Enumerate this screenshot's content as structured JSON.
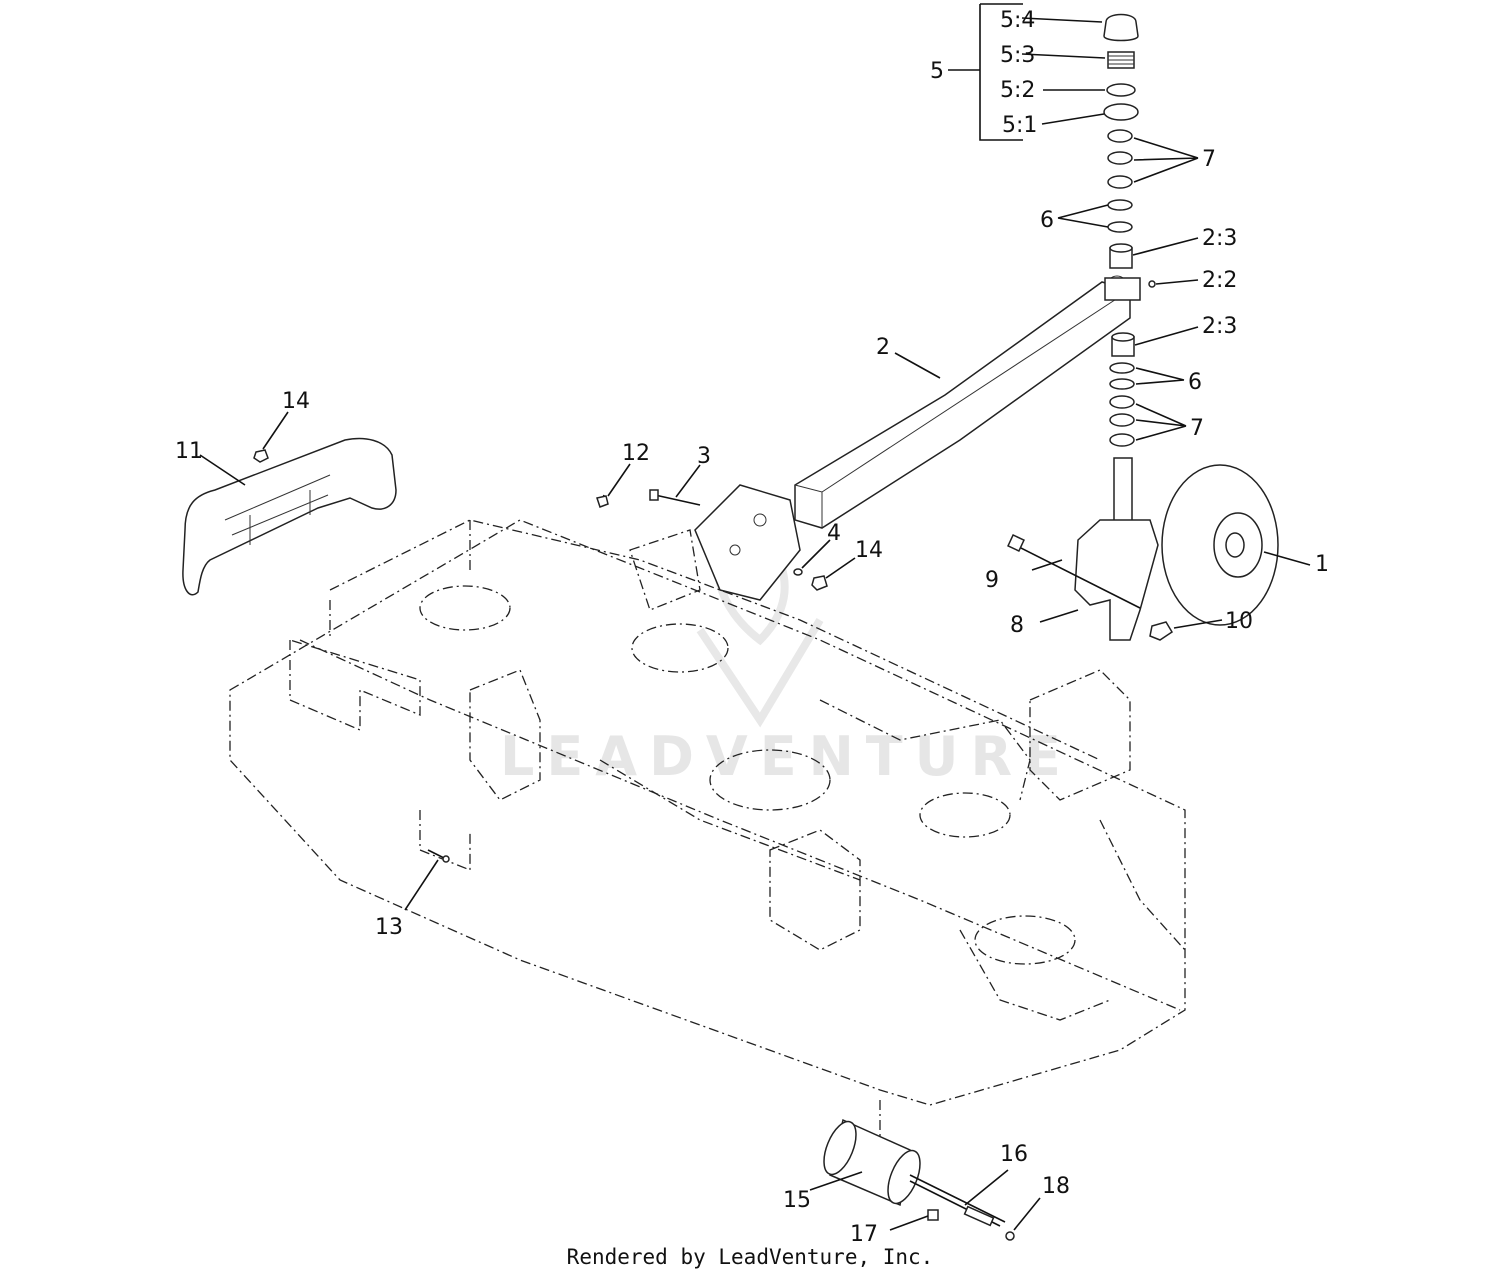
{
  "callouts": {
    "p5_4": "5:4",
    "p5_3": "5:3",
    "p5_2": "5:2",
    "p5_1": "5:1",
    "p5": "5",
    "p7a": "7",
    "p6a": "6",
    "p2_3a": "2:3",
    "p2_2": "2:2",
    "p2": "2",
    "p2_3b": "2:3",
    "p6b": "6",
    "p7b": "7",
    "p14a": "14",
    "p11": "11",
    "p12": "12",
    "p3": "3",
    "p4": "4",
    "p14b": "14",
    "p1": "1",
    "p9": "9",
    "p8": "8",
    "p10": "10",
    "p13": "13",
    "p15": "15",
    "p16": "16",
    "p17": "17",
    "p18": "18"
  },
  "watermark": "LEADVENTURE",
  "footer": "Rendered by LeadVenture, Inc."
}
